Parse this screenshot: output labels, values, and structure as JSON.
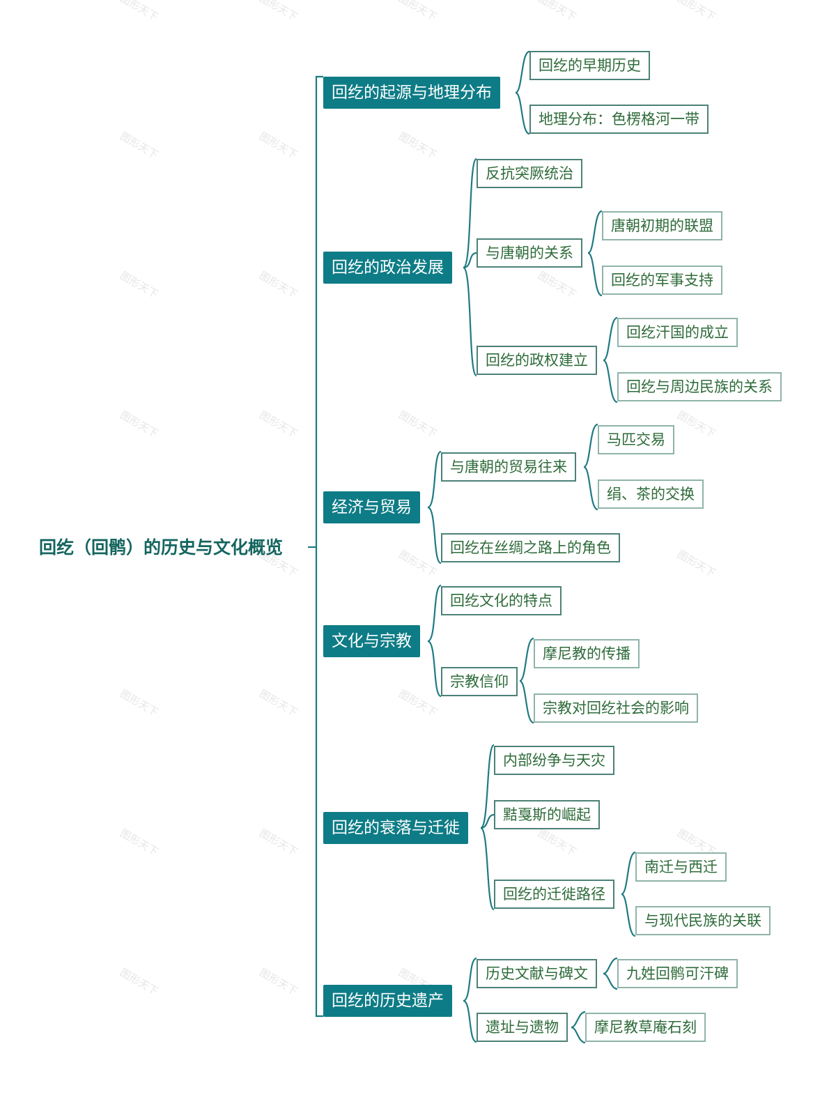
{
  "watermark": "图形天下",
  "colors": {
    "accent": "#0e7c86",
    "root_text": "#15655f",
    "node_text": "#2e6b3a",
    "line": "#1f7a82",
    "l2_border": "#4b8177",
    "l3_border": "#8fb3aa"
  },
  "mindmap": {
    "root": "回纥（回鹘）的历史与文化概览",
    "branches": [
      {
        "label": "回纥的起源与地理分布",
        "children": [
          {
            "label": "回纥的早期历史"
          },
          {
            "label": "地理分布：色楞格河一带"
          }
        ]
      },
      {
        "label": "回纥的政治发展",
        "children": [
          {
            "label": "反抗突厥统治"
          },
          {
            "label": "与唐朝的关系",
            "children": [
              {
                "label": "唐朝初期的联盟"
              },
              {
                "label": "回纥的军事支持"
              }
            ]
          },
          {
            "label": "回纥的政权建立",
            "children": [
              {
                "label": "回纥汗国的成立"
              },
              {
                "label": "回纥与周边民族的关系"
              }
            ]
          }
        ]
      },
      {
        "label": "经济与贸易",
        "children": [
          {
            "label": "与唐朝的贸易往来",
            "children": [
              {
                "label": "马匹交易"
              },
              {
                "label": "绢、茶的交换"
              }
            ]
          },
          {
            "label": "回纥在丝绸之路上的角色"
          }
        ]
      },
      {
        "label": "文化与宗教",
        "children": [
          {
            "label": "回纥文化的特点"
          },
          {
            "label": "宗教信仰",
            "children": [
              {
                "label": "摩尼教的传播"
              },
              {
                "label": "宗教对回纥社会的影响"
              }
            ]
          }
        ]
      },
      {
        "label": "回纥的衰落与迁徙",
        "children": [
          {
            "label": "内部纷争与天灾"
          },
          {
            "label": "黠戛斯的崛起"
          },
          {
            "label": "回纥的迁徙路径",
            "children": [
              {
                "label": "南迁与西迁"
              },
              {
                "label": "与现代民族的关联"
              }
            ]
          }
        ]
      },
      {
        "label": "回纥的历史遗产",
        "children": [
          {
            "label": "历史文献与碑文",
            "children": [
              {
                "label": "九姓回鹘可汗碑"
              }
            ]
          },
          {
            "label": "遗址与遗物",
            "children": [
              {
                "label": "摩尼教草庵石刻"
              }
            ]
          }
        ]
      }
    ]
  }
}
